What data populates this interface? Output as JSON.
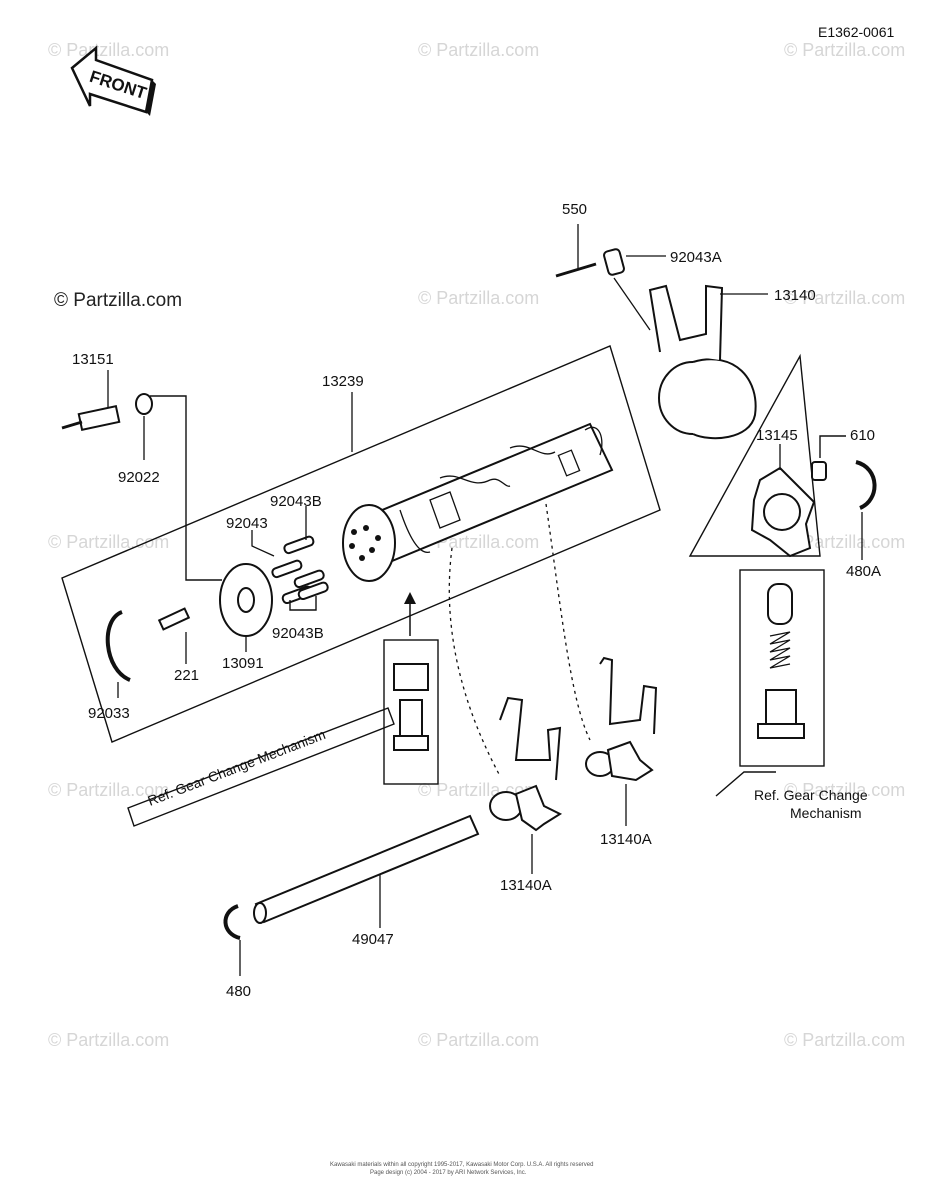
{
  "diagram_code": "E1362-0061",
  "front_label": "FRONT",
  "watermark_main": "© Partzilla.com",
  "watermarks": [
    "© Partzilla.com"
  ],
  "parts": {
    "p550": "550",
    "p92043A": "92043A",
    "p13140": "13140",
    "p13151": "13151",
    "p13239": "13239",
    "p92022": "92022",
    "p13145": "13145",
    "p610": "610",
    "p92043B_top": "92043B",
    "p92043": "92043",
    "p92043B_bottom": "92043B",
    "p480A": "480A",
    "p221": "221",
    "p13091": "13091",
    "p92033": "92033",
    "p13140A_right": "13140A",
    "p13140A_left": "13140A",
    "p49047": "49047",
    "p480": "480"
  },
  "notes": {
    "ref_left": "Ref. Gear Change Mechanism",
    "ref_right_line1": "Ref. Gear Change",
    "ref_right_line2": "Mechanism"
  },
  "footer": {
    "line1": "Kawasaki materials within all copyright 1995-2017, Kawasaki Motor Corp. U.S.A. All rights reserved",
    "line2": "Page design (c) 2004 - 2017 by ARI Network Services, Inc."
  }
}
